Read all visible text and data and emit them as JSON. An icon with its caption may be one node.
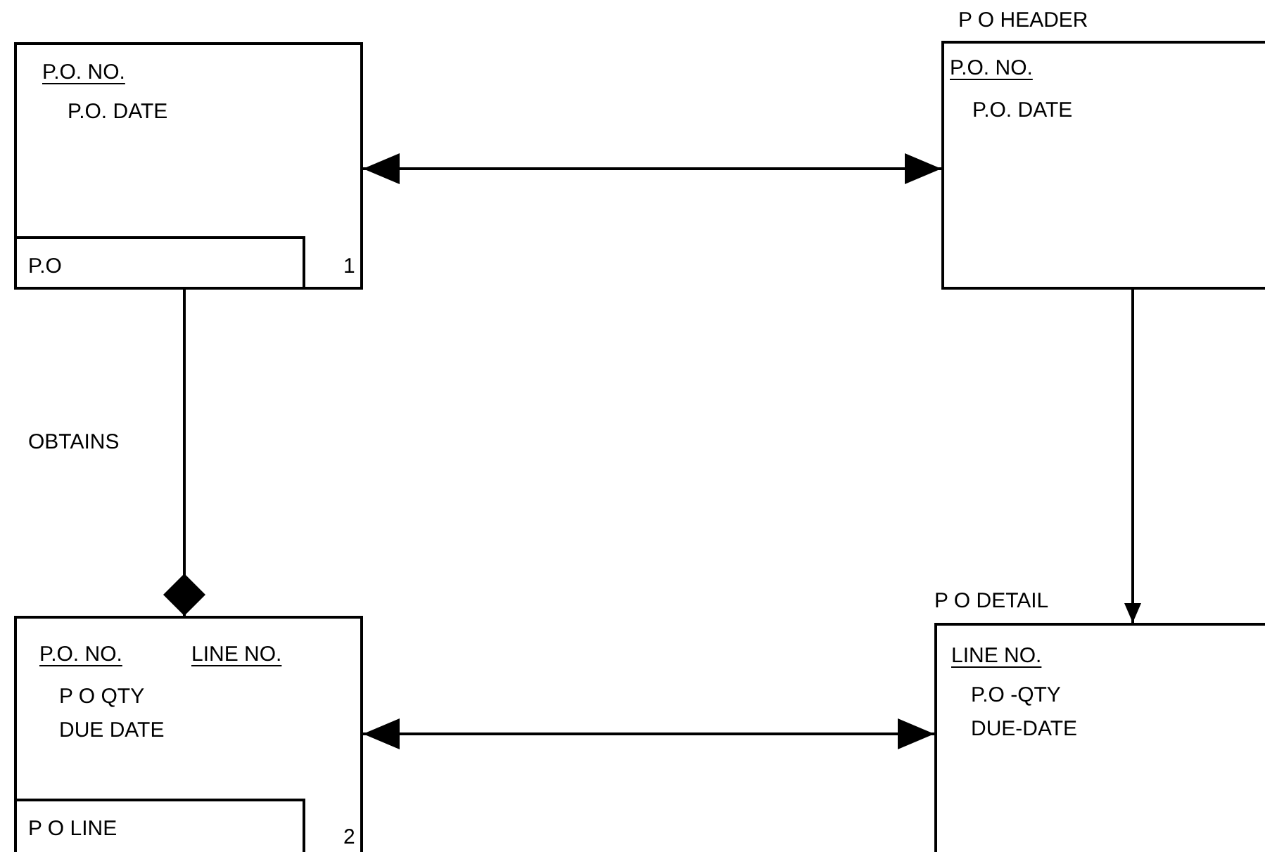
{
  "diagram": {
    "nodes": [
      {
        "text": [
          "P.O. NO.",
          "P.O. DATE",
          "1"
        ]
      },
      {
        "text": [
          "P.O"
        ],
        "in": 0
      },
      {
        "text": [
          "P O HEADER",
          "P.O. NO.",
          "P.O. DATE"
        ]
      },
      {
        "text": [
          "P.O. NO.",
          "LINE NO.",
          "P O QTY",
          "DUE DATE",
          "2"
        ]
      },
      {
        "text": [
          "P O LINE"
        ],
        "in": 3
      },
      {
        "text": [
          "P O DETAIL",
          "LINE NO.",
          "P.O -QTY",
          "DUE-DATE"
        ]
      }
    ],
    "edges": [
      {
        "from": 0,
        "to": 2,
        "arrow": "both"
      },
      {
        "from": 0,
        "to": 3,
        "arrow": "other",
        "label": "OBTAINS"
      },
      {
        "from": 2,
        "to": 5,
        "arrow": "to"
      },
      {
        "from": 3,
        "to": 5,
        "arrow": "both"
      }
    ]
  }
}
